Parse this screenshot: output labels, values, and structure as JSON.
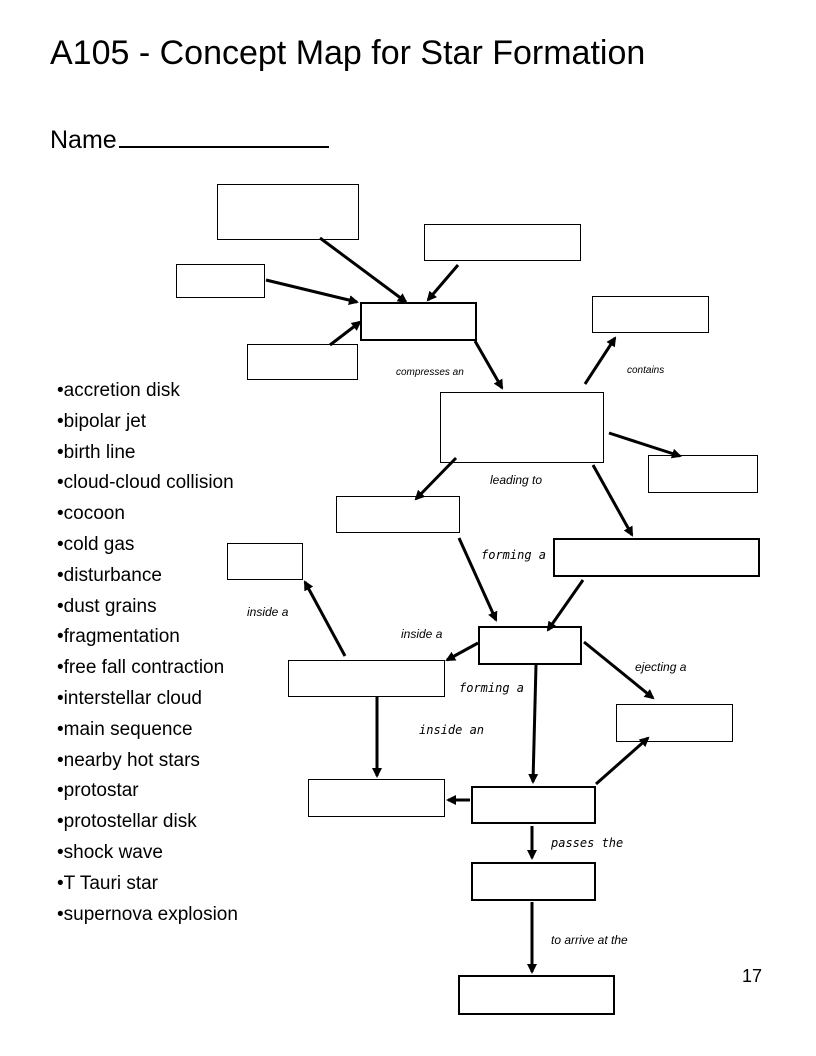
{
  "title": "A105 - Concept Map for Star Formation",
  "name_label": "Name",
  "terms": [
    "accretion disk",
    "bipolar jet",
    "birth line",
    "cloud-cloud collision",
    "cocoon",
    "cold gas",
    "disturbance",
    "dust grains",
    "fragmentation",
    "free fall contraction",
    "interstellar cloud",
    "main sequence",
    "nearby hot stars",
    "protostar",
    "protostellar disk",
    "shock wave",
    "T Tauri star",
    "supernova explosion"
  ],
  "link_labels": {
    "compresses_an": "compresses an",
    "contains": "contains",
    "leading_to": "leading to",
    "forming_a_1": "forming a",
    "inside_a_1": "inside a",
    "inside_a_2": "inside a",
    "ejecting_a": "ejecting a",
    "forming_a_2": "forming a",
    "inside_an": "inside an",
    "passes_the": "passes the",
    "to_arrive_at_the": "to arrive at the"
  },
  "page_number": "17"
}
